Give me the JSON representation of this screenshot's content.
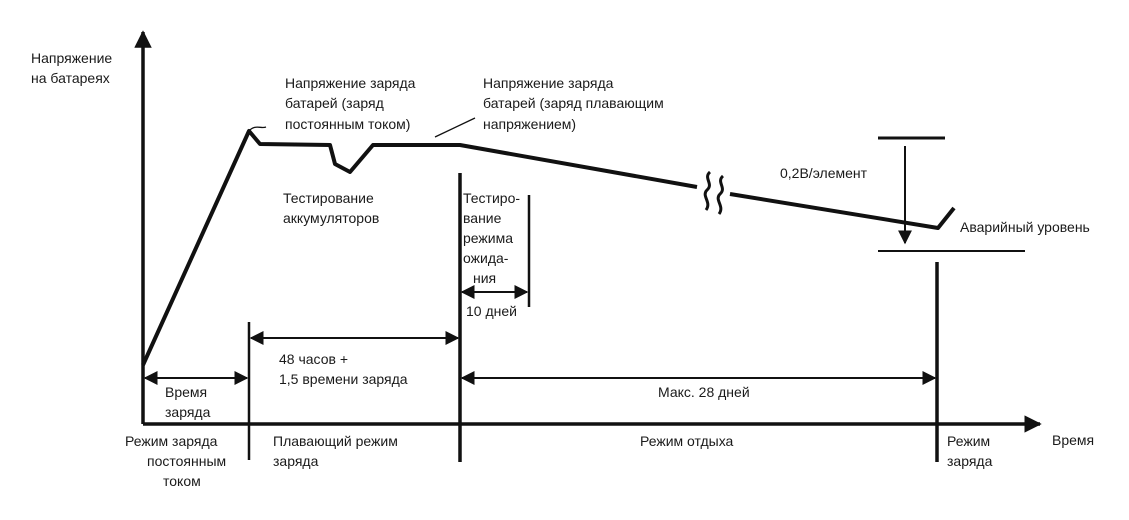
{
  "axes": {
    "y_label": [
      "Напряжение",
      "на батареях"
    ],
    "x_label": "Время"
  },
  "annotations": {
    "constant_charge": [
      "Напряжение заряда",
      "батарей (заряд",
      "постоянным током)"
    ],
    "float_charge": [
      "Напряжение заряда",
      "батарей (заряд плавающим",
      "напряжением)"
    ],
    "battery_test": [
      "Тестирование",
      "аккумуляторов"
    ],
    "standby_test": [
      "Тестиро-",
      "вание",
      "режима",
      "ожида-",
      "ния"
    ],
    "ten_days": "10 дней",
    "per_cell_drop": "0,2В/элемент",
    "emergency_level": "Аварийный уровень"
  },
  "intervals": {
    "charge_time": [
      "Время",
      "заряда"
    ],
    "float_duration": [
      "48 часов +",
      "1,5 времени заряда"
    ],
    "max_rest": "Макс. 28 дней"
  },
  "modes": {
    "constant_current": [
      "Режим заряда",
      "постоянным",
      "током"
    ],
    "float": [
      "Плавающий режим",
      "заряда"
    ],
    "rest": "Режим отдыха",
    "recharge": [
      "Режим",
      "заряда"
    ]
  }
}
